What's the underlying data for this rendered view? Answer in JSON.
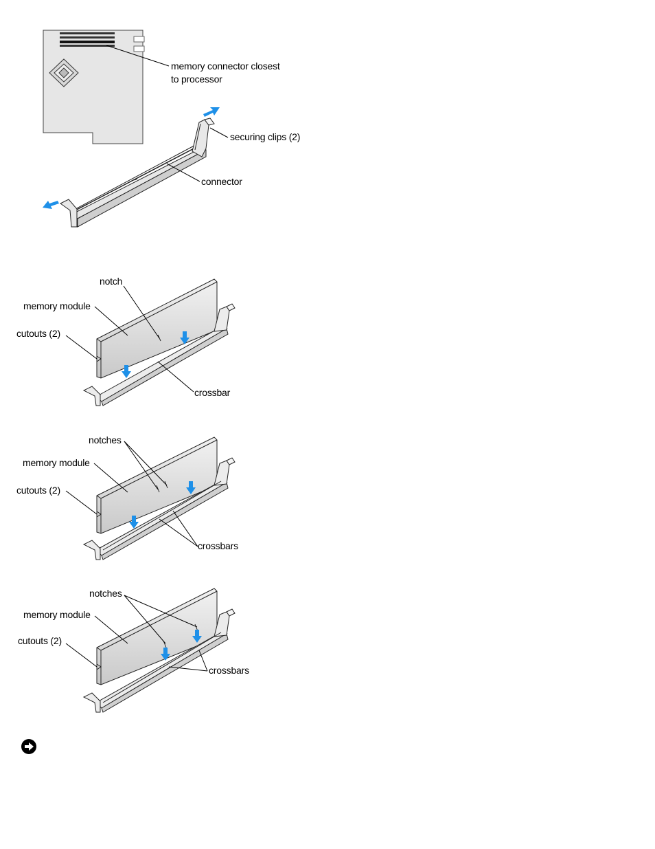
{
  "figure1": {
    "labels": {
      "memory_connector_line1": "memory connector closest",
      "memory_connector_line2": "to processor",
      "securing_clips": "securing clips (2)",
      "connector": "connector"
    }
  },
  "figure2": {
    "labels": {
      "notch": "notch",
      "memory_module": "memory module",
      "cutouts": "cutouts (2)",
      "crossbar": "crossbar"
    }
  },
  "figure3": {
    "labels": {
      "notches": "notches",
      "memory_module": "memory module",
      "cutouts": "cutouts (2)",
      "crossbars": "crossbars"
    }
  },
  "figure4": {
    "labels": {
      "notches": "notches",
      "memory_module": "memory module",
      "cutouts": "cutouts (2)",
      "crossbars": "crossbars"
    }
  },
  "colors": {
    "arrow": "#1e90e8",
    "board": "#e6e6e6",
    "line": "#000000"
  },
  "notice_icon": "notice-icon"
}
